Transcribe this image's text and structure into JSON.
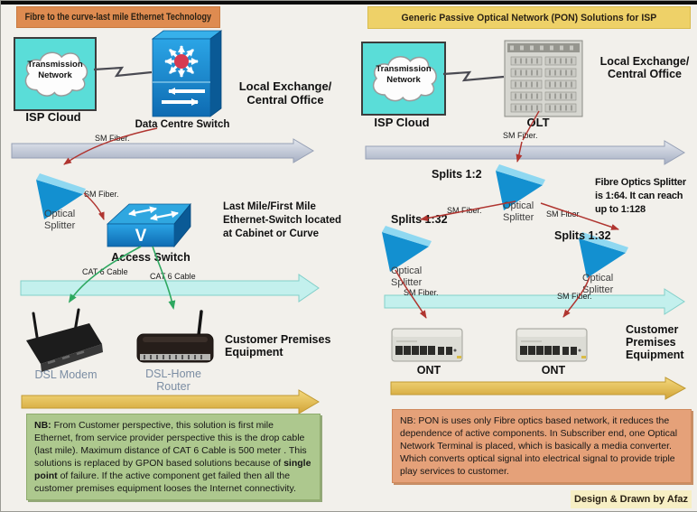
{
  "left": {
    "title": "Fibre to the curve-last mile Ethernet Technology",
    "cloud_text": "Transmission Network",
    "cloud_label": "ISP Cloud",
    "switch_label": "Data Centre Switch",
    "exchange_line1": "Local Exchange/",
    "exchange_line2": "Central Office",
    "sm_fiber_top": "SM Fiber.",
    "splitter_label": "Optical Splitter",
    "sm_fiber_mid": "SM Fiber.",
    "access_switch_label": "Access Switch",
    "access_switch_letter": "V",
    "last_mile_text": "Last Mile/First Mile Ethernet-Switch located at Cabinet or Curve",
    "cat6_left": "CAT 6 Cable",
    "cat6_right": "CAT 6 Cable",
    "modem_label": "DSL Modem",
    "router_label": "DSL-Home Router",
    "cpe_label": "Customer Premises Equipment",
    "note": {
      "nb": "NB:",
      "part1": "  From Customer perspective, this solution is first mile Ethernet, from service provider perspective this is the drop cable (last mile). Maximum distance of CAT 6 Cable is 500 meter .  This solutions is replaced by GPON based solutions because of ",
      "bold": "single point",
      "part2": " of failure. If the active component get failed then all the customer premises equipment looses the Internet connectivity."
    }
  },
  "right": {
    "title": "Generic Passive Optical Network (PON) Solutions for ISP",
    "cloud_text": "Transmission Network",
    "cloud_label": "ISP Cloud",
    "olt_label": "OLT",
    "exchange_line1": "Local Exchange/",
    "exchange_line2": "Central Office",
    "sm_fiber_top": "SM Fiber.",
    "splits_center": "Splits 1:2",
    "splitter_center_label": "Optical Splitter",
    "splitter_info": "Fibre Optics Splitter is 1:64. It can reach up to 1:128",
    "sm_fiber_diag_left": "SM Fiber.",
    "sm_fiber_diag_right": "SM Fiber.",
    "splits_left": "Splits 1:32",
    "splits_right": "Splits 1:32",
    "splitter_left_label": "Optical Splitter",
    "splitter_right_label": "Optical Splitter",
    "sm_fiber_bottom_left": "SM Fiber.",
    "sm_fiber_bottom_right": "SM Fiber.",
    "ont_left_label": "ONT",
    "ont_right_label": "ONT",
    "cpe_label": "Customer Premises Equipment",
    "note": {
      "nb": "NB:",
      "part1": "  PON is uses only Fibre optics based network, it reduces the dependence of active components. In Subscriber end, one Optical Network Terminal is placed, which is basically a media converter. Which converts optical signal into electrical signal to provide triple play services to customer."
    }
  },
  "footer": "Design & Drawn by Afaz",
  "colors": {
    "left_header_bg": "#de8b50",
    "right_header_bg": "#eed168",
    "cloud_box_bg": "#5addd8",
    "note_left_bg": "#adc88e",
    "note_right_bg": "#e5a179",
    "footer_bg": "#f7efc4",
    "fiber_line_red": "#b03530",
    "cat6_line_green": "#2ea860",
    "switch_blue": "#1390d0"
  }
}
